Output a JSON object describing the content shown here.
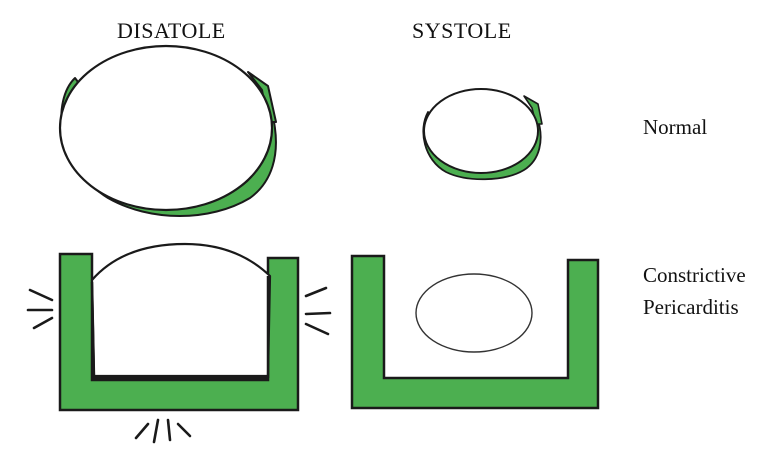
{
  "labels": {
    "diastole": "DISATOLE",
    "systole": "SYSTOLE",
    "normal": "Normal",
    "constrictive_line1": "Constrictive",
    "constrictive_line2": "Pericarditis"
  },
  "colors": {
    "pericardium": "#4caf50",
    "outline": "#1a1a1a",
    "background": "#ffffff"
  }
}
